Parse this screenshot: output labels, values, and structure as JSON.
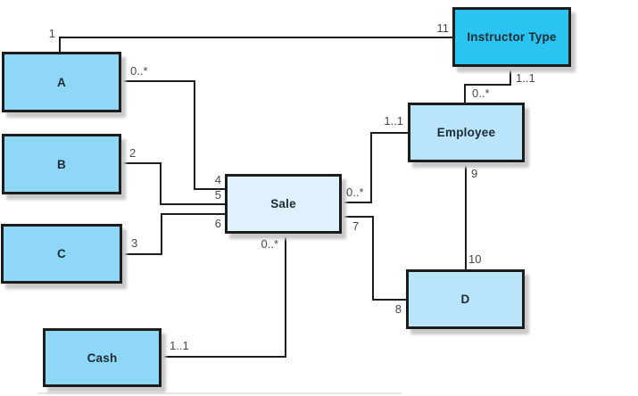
{
  "diagram": {
    "kind": "uml-class-association-diagram"
  },
  "nodes": {
    "a": {
      "label": "A"
    },
    "b": {
      "label": "B"
    },
    "c": {
      "label": "C"
    },
    "cash": {
      "label": "Cash"
    },
    "sale": {
      "label": "Sale"
    },
    "instructor_type": {
      "label": "Instructor Type"
    },
    "employee": {
      "label": "Employee"
    },
    "d": {
      "label": "D"
    }
  },
  "edge_labels": {
    "num_1": "1",
    "num_11": "11",
    "mult_a_sale": "0..*",
    "num_2": "2",
    "num_3": "3",
    "num_4": "4",
    "num_5": "5",
    "num_6": "6",
    "mult_sale_cash": "0..*",
    "mult_cash": "1..1",
    "mult_sale_employee": "0..*",
    "mult_employee_sale": "1..1",
    "num_7": "7",
    "num_8": "8",
    "num_9": "9",
    "num_10": "10",
    "mult_it_employee": "1..1",
    "mult_employee_it": "0..*"
  },
  "colors": {
    "node_primary": "#8ed7f7",
    "node_highlight": "#2bc3f0",
    "node_secondary": "#b9e4fa",
    "node_tertiary": "#def1fc",
    "border": "#1c1c1a",
    "connector": "#1c1c1a",
    "node_label": "#1d2c34",
    "edge_label": "#43484c",
    "shadow": "#c9c9c9",
    "background": "#ffffff"
  }
}
